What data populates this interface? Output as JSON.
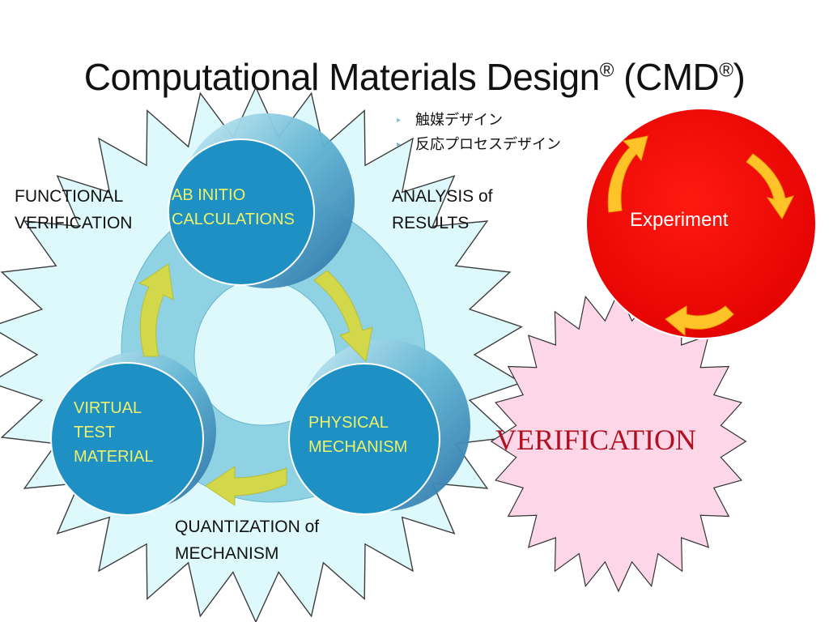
{
  "title": {
    "main": "Computational Materials Design",
    "reg_mark": "®",
    "paren_open": " (CMD",
    "paren_close": ")"
  },
  "bullets": [
    {
      "marker": "▸",
      "text": "触媒デザイン"
    },
    {
      "marker": "▸",
      "text": "反応プロセスデザイン"
    }
  ],
  "cycle": {
    "nodes": {
      "ab_initio": [
        "AB INITIO",
        "CALCULATIONS"
      ],
      "physical": [
        "PHYSICAL",
        "MECHANISM"
      ],
      "virtual": [
        "VIRTUAL",
        "TEST",
        "MATERIAL"
      ]
    },
    "edges": {
      "functional": [
        "FUNCTIONAL",
        "VERIFICATION"
      ],
      "analysis": [
        "ANALYSIS of",
        "RESULTS"
      ],
      "quantization": [
        "QUANTIZATION of",
        "MECHANISM"
      ]
    }
  },
  "experiment_label": "Experiment",
  "verification_label": "VERIFICATION",
  "colors": {
    "starburst_fill": "#ddf9fb",
    "node_fill": "#1e90c3",
    "node_text": "#ecf26a",
    "ring": "#7fc6dc",
    "arrow_cycle": "#d2d84a",
    "experiment_fill": "#f20000",
    "experiment_arrow": "#ffc32a",
    "verification_star": "#fdd7e8",
    "verification_text": "#b01020"
  }
}
